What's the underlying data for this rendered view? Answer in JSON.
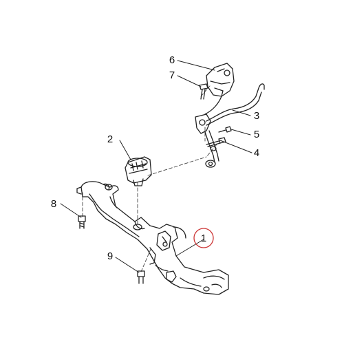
{
  "diagram": {
    "callouts": [
      {
        "id": "1",
        "text": "1",
        "circled": true
      },
      {
        "id": "2",
        "text": "2"
      },
      {
        "id": "3",
        "text": "3"
      },
      {
        "id": "4",
        "text": "4"
      },
      {
        "id": "5",
        "text": "5"
      },
      {
        "id": "6",
        "text": "6"
      },
      {
        "id": "7",
        "text": "7"
      },
      {
        "id": "8",
        "text": "8"
      },
      {
        "id": "9",
        "text": "9"
      }
    ],
    "colors": {
      "line": "#222222",
      "callout_circle": "#cc3333",
      "background": "#ffffff"
    }
  }
}
